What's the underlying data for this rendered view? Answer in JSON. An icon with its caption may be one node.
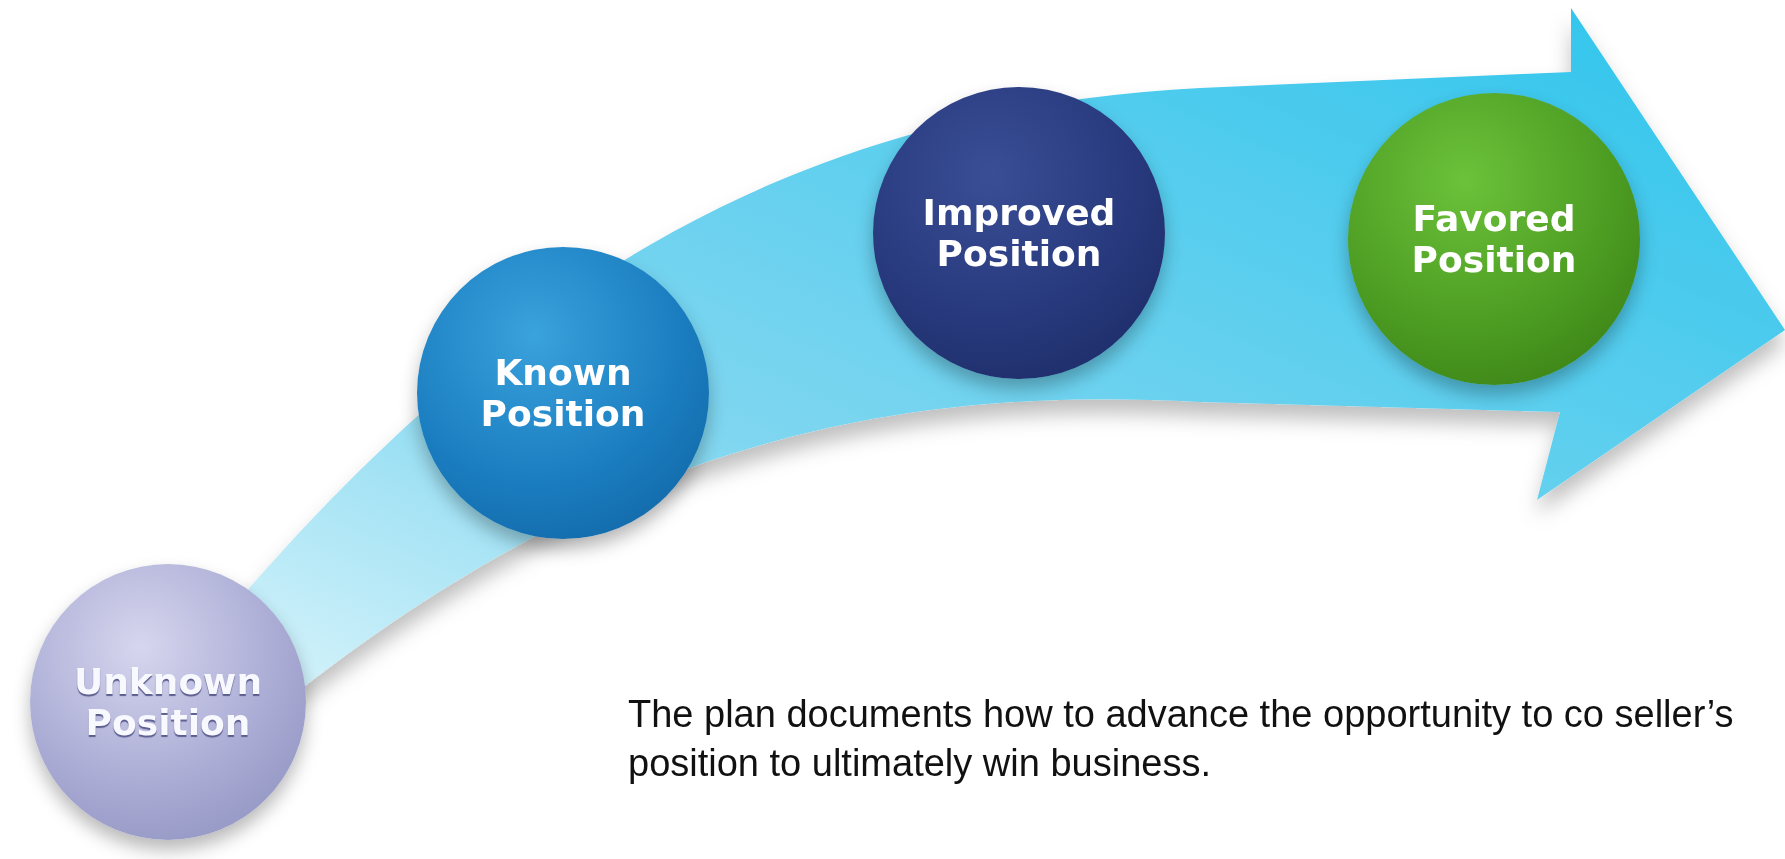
{
  "diagram": {
    "nodes": [
      {
        "text": [
          "Unknown Position"
        ]
      },
      {
        "text": [
          "Known Position"
        ]
      },
      {
        "text": [
          "Improved Position"
        ]
      },
      {
        "text": [
          "Favored Position"
        ]
      }
    ],
    "labels": [
      "The plan documents how to advance the opportunity to co seller’s position to ultimately win business."
    ]
  }
}
